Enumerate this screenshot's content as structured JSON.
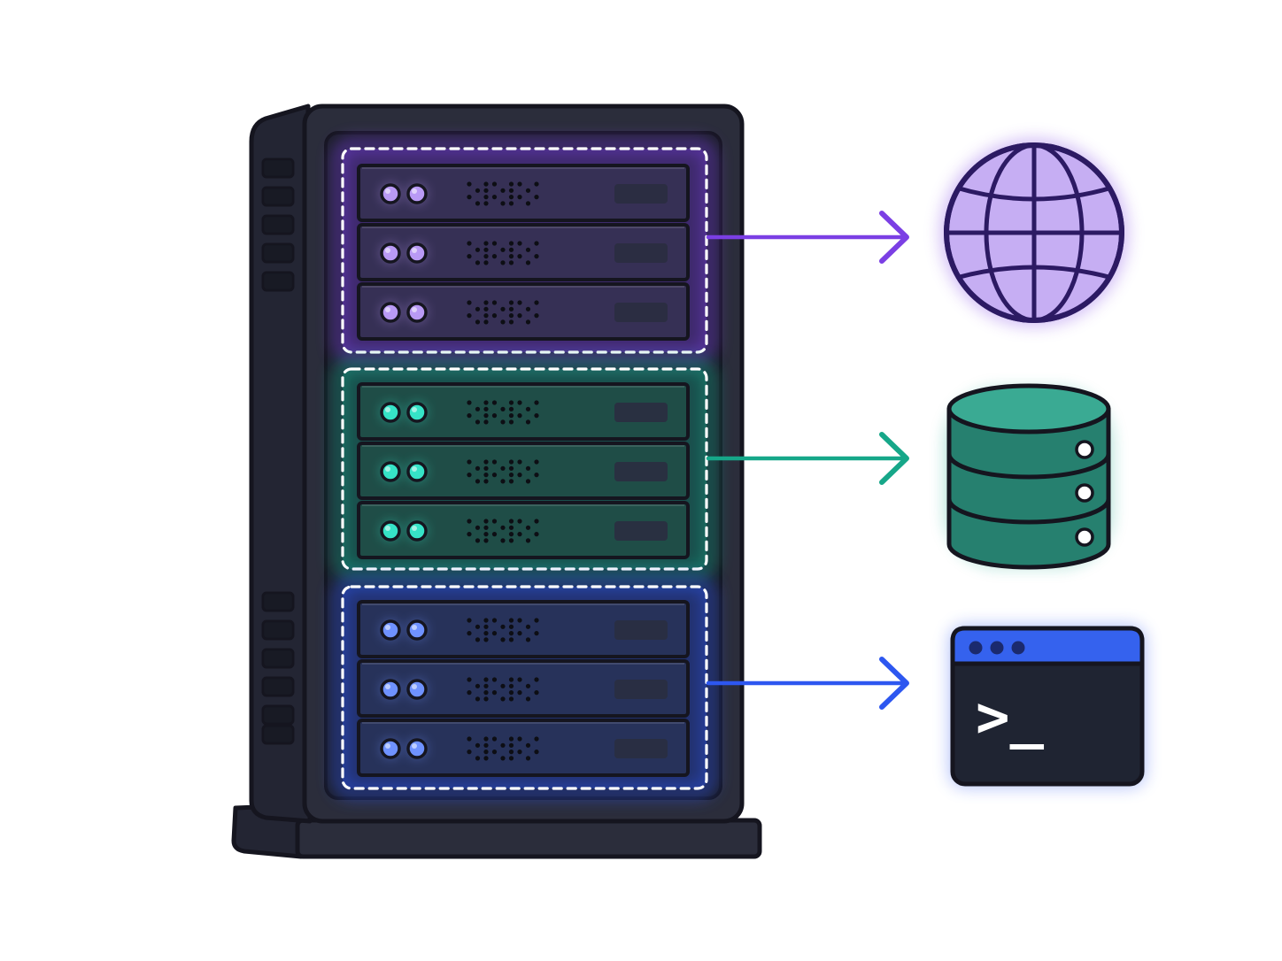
{
  "canvas": {
    "background": "#ffffff"
  },
  "colors": {
    "outline": "#15151f",
    "rack_body": "#2b2d3b",
    "rack_face": "#1d1f2b",
    "rack_side": "#232533",
    "vent": "#181a24",
    "indicator_panel": "#2a2d40"
  },
  "groups": [
    {
      "id": "web",
      "accent": "#7b3fe4",
      "unit_fill": "#363055",
      "led": "#b99af5",
      "target": {
        "kind": "globe",
        "icon": "globe-icon",
        "fill": "#c6aef3",
        "stroke": "#2c1a63"
      }
    },
    {
      "id": "database",
      "accent": "#16a789",
      "unit_fill": "#1f4d47",
      "led": "#36e3c7",
      "target": {
        "kind": "database",
        "icon": "database-icon",
        "fill": "#26806f",
        "top_fill": "#3aaa93"
      }
    },
    {
      "id": "terminal",
      "accent": "#2d57f0",
      "unit_fill": "#27325a",
      "led": "#6f92ff",
      "target": {
        "kind": "terminal",
        "icon": "terminal-window-icon",
        "fill": "#1f2432",
        "titlebar": "#3562ee",
        "prompt": ">_"
      }
    }
  ],
  "units_per_group": 3
}
